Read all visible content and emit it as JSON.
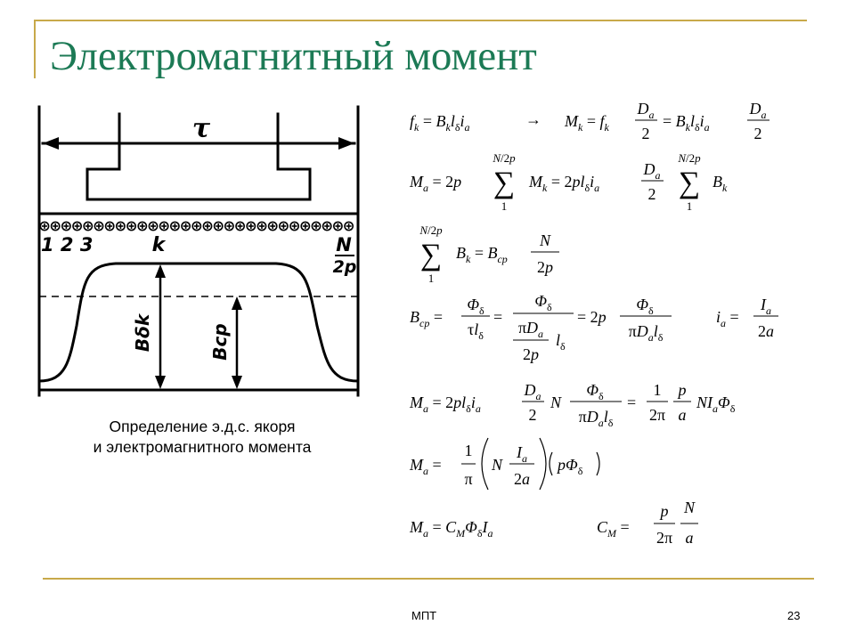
{
  "slide": {
    "title": "Электромагнитный момент",
    "caption": [
      "Определение э.д.с. якоря",
      "и электромагнитного момента"
    ],
    "footer_center": "МПТ",
    "page_number": "23"
  },
  "figure": {
    "tau_label": "τ",
    "conductor_numbers": "1 2 3",
    "k_label": "k",
    "N_label": "N",
    "two_p_label": "2p",
    "bdk_label": "Bδk",
    "bcp_label": "Bcp"
  },
  "formulas": [
    "f_k = B_k l_δ i_a → M_k = f_k D_a/2 = B_k l_δ i_a D_a/2",
    "M_a = 2p Σ_1^{N/2p} M_k = 2p l_δ i_a D_a/2 Σ_1^{N/2p} B_k",
    "Σ_1^{N/2p} B_k = B_cp N/2p",
    "B_cp = Φ_δ/(τ l_δ) = Φ_δ/((πD_a/2p) l_δ) = 2p Φ_δ/(πD_a l_δ);  i_a = I_a/2a",
    "M_a = 2p l_δ i_a D_a/2 N Φ_δ/(πD_a l_δ) = (1/2π)(p/a) N I_a Φ_δ",
    "M_a = (1/π)(N I_a/2a)(pΦ_δ)",
    "M_a = C_M Φ_δ I_a;  C_M = p N/(2π a)"
  ]
}
